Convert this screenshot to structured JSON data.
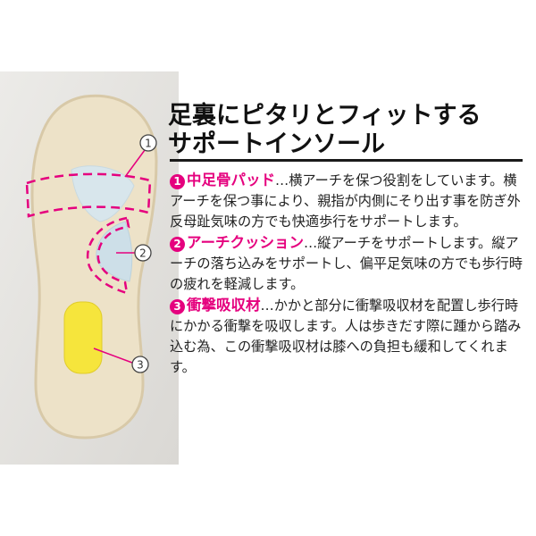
{
  "headline": {
    "line1": "足裏にピタリとフィットする",
    "line2": "サポートインソール"
  },
  "accent_color": "#e5007e",
  "callouts": [
    "1",
    "2",
    "3"
  ],
  "features": [
    {
      "number": "1",
      "title": "中足骨パッド",
      "text": "…横アーチを保つ役割をしています。横アーチを保つ事により、親指が内側にそり出す事を防ぎ外反母趾気味の方でも快適歩行をサポートします。"
    },
    {
      "number": "2",
      "title": "アーチクッション",
      "text": "…縦アーチをサポートします。縦アーチの落ち込みをサポートし、偏平足気味の方でも歩行時の疲れを軽減します。"
    },
    {
      "number": "3",
      "title": "衝撃吸収材",
      "text": "…かかと部分に衝撃吸収材を配置し歩行時にかかる衝撃を吸収します。人は歩きだす際に踵から踏み込む為、この衝撃吸収材は膝への負担も緩和してくれます。"
    }
  ]
}
